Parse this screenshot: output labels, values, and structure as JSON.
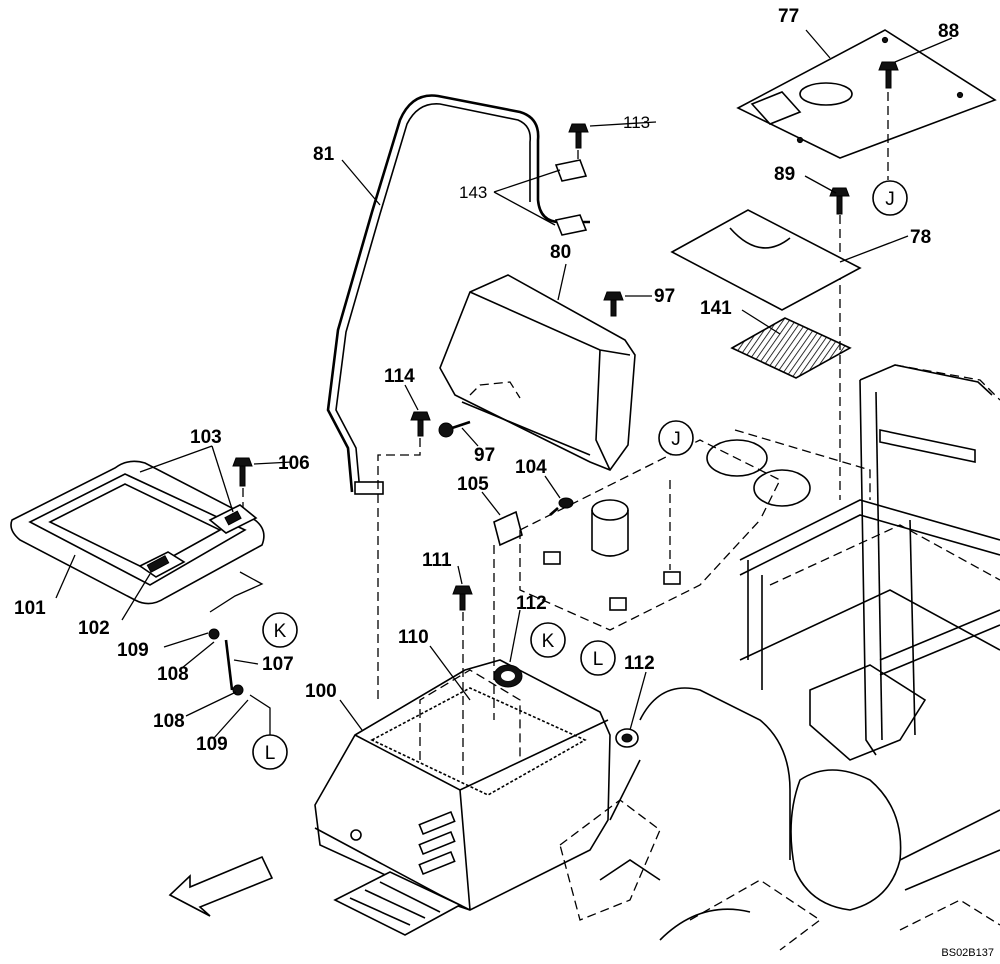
{
  "diagram": {
    "part_labels": [
      {
        "id": "p77",
        "text": "77"
      },
      {
        "id": "p88",
        "text": "88"
      },
      {
        "id": "p113",
        "text": "113"
      },
      {
        "id": "p81",
        "text": "81"
      },
      {
        "id": "p143",
        "text": "143"
      },
      {
        "id": "p89",
        "text": "89"
      },
      {
        "id": "p78",
        "text": "78"
      },
      {
        "id": "p80",
        "text": "80"
      },
      {
        "id": "p97a",
        "text": "97"
      },
      {
        "id": "p141",
        "text": "141"
      },
      {
        "id": "p114",
        "text": "114"
      },
      {
        "id": "p97b",
        "text": "97"
      },
      {
        "id": "p103",
        "text": "103"
      },
      {
        "id": "p106",
        "text": "106"
      },
      {
        "id": "p104",
        "text": "104"
      },
      {
        "id": "p105",
        "text": "105"
      },
      {
        "id": "p101",
        "text": "101"
      },
      {
        "id": "p102",
        "text": "102"
      },
      {
        "id": "p111",
        "text": "111"
      },
      {
        "id": "p112a",
        "text": "112"
      },
      {
        "id": "p109a",
        "text": "109"
      },
      {
        "id": "p108a",
        "text": "108"
      },
      {
        "id": "p107",
        "text": "107"
      },
      {
        "id": "p110",
        "text": "110"
      },
      {
        "id": "p100",
        "text": "100"
      },
      {
        "id": "p112b",
        "text": "112"
      },
      {
        "id": "p108b",
        "text": "108"
      },
      {
        "id": "p109b",
        "text": "109"
      }
    ],
    "reference_markers": [
      {
        "id": "rJ1",
        "text": "J"
      },
      {
        "id": "rJ2",
        "text": "J"
      },
      {
        "id": "rK1",
        "text": "K"
      },
      {
        "id": "rK2",
        "text": "K"
      },
      {
        "id": "rL1",
        "text": "L"
      },
      {
        "id": "rL2",
        "text": "L"
      }
    ],
    "drawing_code": "BS02B137"
  }
}
